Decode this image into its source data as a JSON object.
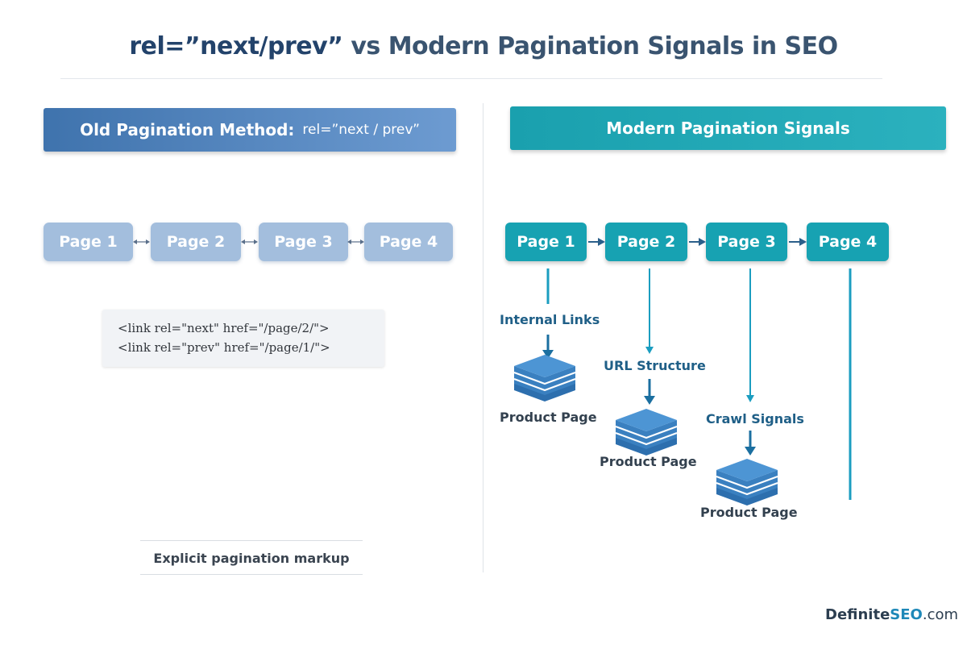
{
  "title": {
    "highlight": "rel=”next/prev”",
    "rest": " vs Modern Pagination Signals in SEO"
  },
  "left": {
    "header_label": "Old Pagination Method:",
    "header_code": "rel=”next / prev”",
    "pages": [
      "Page 1",
      "Page 2",
      "Page 3",
      "Page 4"
    ],
    "code_lines": [
      "<link rel=\"next\" href=\"/page/2/\">",
      "<link rel=\"prev\" href=\"/page/1/\">"
    ],
    "footnote": "Explicit pagination markup"
  },
  "right": {
    "header": "Modern Pagination Signals",
    "pages": [
      "Page 1",
      "Page 2",
      "Page 3",
      "Page 4"
    ],
    "signals": [
      "Internal Links",
      "URL Structure",
      "Crawl Signals"
    ],
    "products": [
      "Product Page",
      "Product Page",
      "Product Page"
    ]
  },
  "brand": {
    "name": "Definite",
    "accent": "SEO",
    "suffix": ".com"
  },
  "colors": {
    "old_accent": "#4f7fb8",
    "old_page": "#a3bedd",
    "modern_accent": "#17a2b2",
    "stack_blue": "#2f78b8"
  }
}
